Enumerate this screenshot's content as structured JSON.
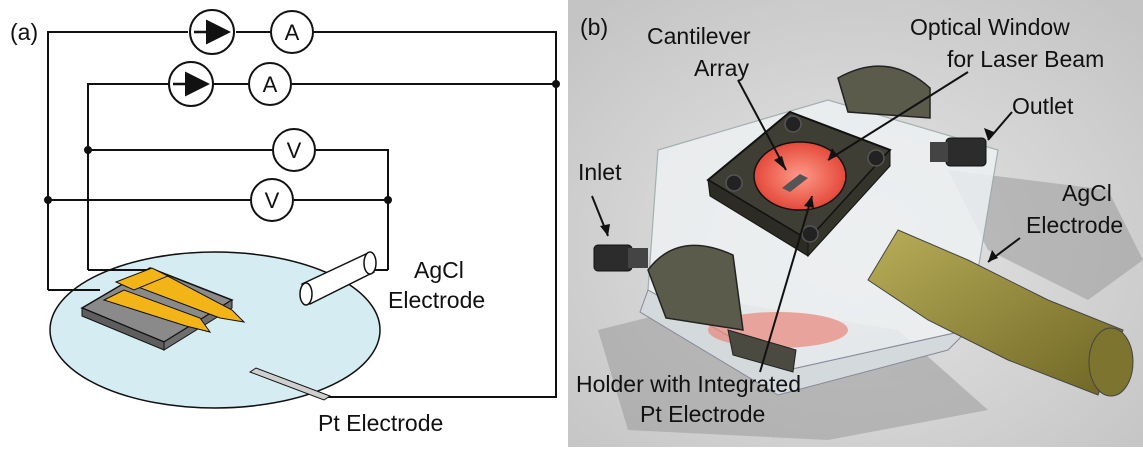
{
  "panel_a": {
    "tag": "(a)",
    "ammeter_symbol": "A",
    "voltmeter_symbol": "V",
    "agcl_label_line1": "AgCl",
    "agcl_label_line2": "Electrode",
    "pt_label": "Pt Electrode"
  },
  "panel_b": {
    "tag": "(b)",
    "cantilever_line1": "Cantilever",
    "cantilever_line2": "Array",
    "window_line1": "Optical Window",
    "window_line2": "for Laser Beam",
    "outlet": "Outlet",
    "inlet": "Inlet",
    "agcl_line1": "AgCl",
    "agcl_line2": "Electrode",
    "holder_line1": "Holder with Integrated",
    "holder_line2": "Pt Electrode"
  },
  "colors": {
    "wire": "#111111",
    "liquid": "#d6ecf3",
    "chip": "#8a8a8a",
    "gold": "#f3b418",
    "render_bg": "#cfcfcf",
    "red_window": "#f06a5a",
    "dark_block": "#4a4a40",
    "electrode_olive": "#8a8030"
  },
  "icons": [
    "current-source-icon",
    "ammeter-icon",
    "voltmeter-icon",
    "arrow-icon"
  ]
}
